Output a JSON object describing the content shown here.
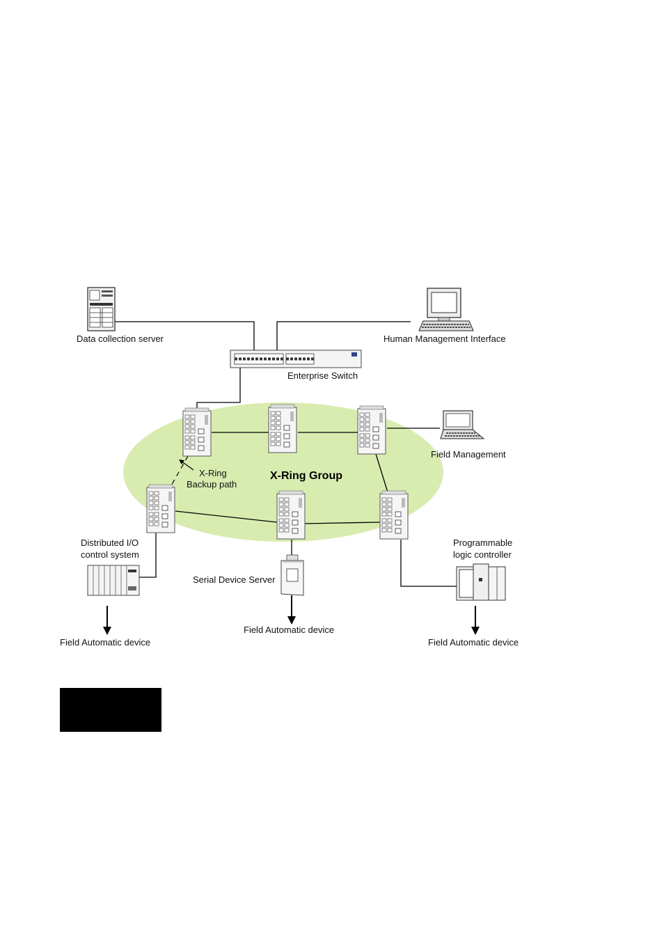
{
  "diagram": {
    "group_label": "X-Ring Group",
    "backup_label_line1": "X-Ring",
    "backup_label_line2": "Backup path",
    "labels": {
      "data_server": "Data collection server",
      "hmi": "Human Management Interface",
      "enterprise_switch": "Enterprise Switch",
      "field_management": "Field Management",
      "dio_line1": "Distributed I/O",
      "dio_line2": "control system",
      "serial_server": "Serial Device Server",
      "plc_line1": "Programmable",
      "plc_line2": "logic controller",
      "field_device_left": "Field Automatic device",
      "field_device_center": "Field Automatic device",
      "field_device_right": "Field Automatic device"
    },
    "colors": {
      "ring_fill": "#d9ecb0",
      "line": "#000000"
    }
  }
}
